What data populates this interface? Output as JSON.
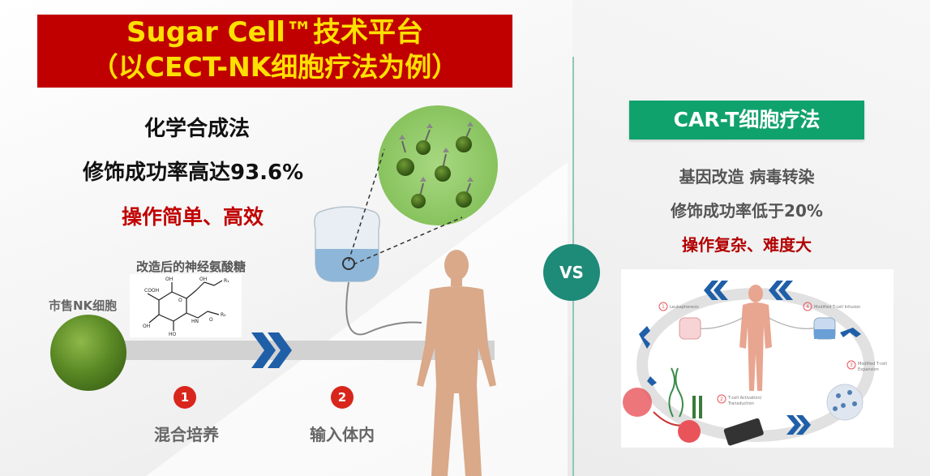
{
  "title": {
    "line1": "Sugar Cell™技术平台",
    "line2": "（以CECT-NK细胞疗法为例）"
  },
  "left": {
    "method": "化学合成法",
    "rate": "修饰成功率高达93.6%",
    "advantage": "操作简单、高效",
    "sugar_label": "改造后的神经氨酸糖",
    "nk_label": "市售NK细胞",
    "steps": [
      {
        "num": "1",
        "label": "混合培养"
      },
      {
        "num": "2",
        "label": "输入体内"
      }
    ]
  },
  "vs_label": "VS",
  "right": {
    "header": "CAR-T细胞疗法",
    "method": "基因改造 病毒转染",
    "rate": "修饰成功率低于20%",
    "disadvantage": "操作复杂、难度大",
    "diagram": {
      "s1": "Leukapheresis",
      "s2a": "T-cell Activation/",
      "s2b": "Transduction",
      "s3a": "Modified T-cell",
      "s3b": "Expansion",
      "s4": "Modified T-cell Infusion",
      "n1": "1",
      "n2": "2",
      "n3": "3",
      "n4": "4"
    }
  },
  "colors": {
    "title_bg": "#c00000",
    "title_text": "#ffe000",
    "accent_red": "#c00000",
    "cart_green": "#10a26c",
    "vs_teal": "#1e8a78",
    "chevron_blue": "#1f5fa8"
  }
}
